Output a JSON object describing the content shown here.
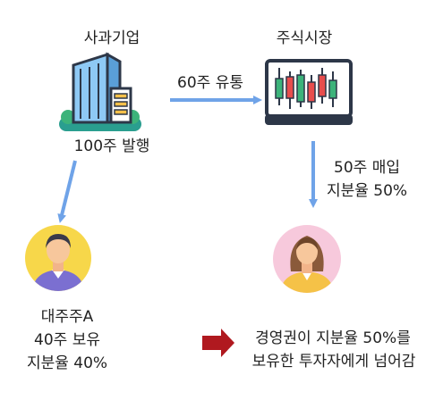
{
  "company": {
    "label": "사과기업",
    "issue_label": "100주 발행"
  },
  "market": {
    "label": "주식시장",
    "flow_label": "60주 유통"
  },
  "buyer": {
    "line1": "50주 매입",
    "line2": "지분율 50%"
  },
  "shareholder": {
    "line1": "대주주A",
    "line2": "40주 보유",
    "line3": "지분율 40%"
  },
  "conclusion": {
    "line1": "경영권이 지분율 50%를",
    "line2": "보유한 투자자에게 넘어감"
  },
  "colors": {
    "arrow_blue": "#6fa3e8",
    "arrow_red": "#b0191f"
  }
}
